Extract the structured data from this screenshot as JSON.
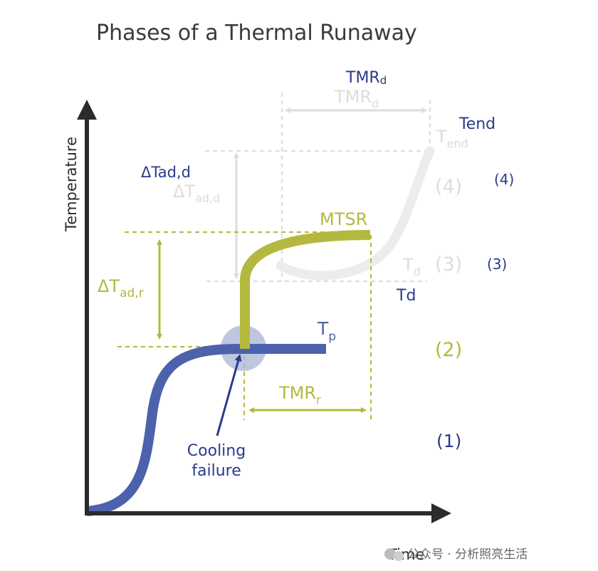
{
  "title": "Phases of a Thermal Runaway",
  "axes": {
    "x_label": "Time",
    "y_label": "Temperature"
  },
  "labels": {
    "tp_main": "T",
    "tp_sub": "p",
    "mtsr": "MTSR",
    "tmr_r_main": "TMR",
    "tmr_r_sub": "r",
    "tmr_d_faint_main": "TMR",
    "tmr_d_faint_sub": "d",
    "tmr_d_overlay_main": "TMR",
    "tmr_d_overlay_sub": "d",
    "tend_faint_main": "T",
    "tend_faint_sub": "end",
    "tend_overlay": "Tend",
    "td_faint_main": "T",
    "td_faint_sub": "d",
    "td_overlay": "Td",
    "dtad_r_main": "ΔT",
    "dtad_r_sub": "ad,r",
    "dtad_d_faint_main": "ΔT",
    "dtad_d_faint_sub": "ad,d",
    "dtad_d_overlay": "ΔTad,d",
    "cooling_line1": "Cooling",
    "cooling_line2": "failure",
    "phase1": "(1)",
    "phase2": "(2)",
    "phase3_faint": "(3)",
    "phase3_overlay": "(3)",
    "phase4_faint": "(4)",
    "phase4_overlay": "(4)"
  },
  "watermark": "公众号 · 分析照亮生活",
  "colors": {
    "blue": "#4c62ad",
    "olive": "#b4b83e",
    "faint": "#dcdcdc",
    "navy": "#2b3a8c",
    "axis": "#2b2b2b",
    "circle": "#a9b3d6"
  }
}
